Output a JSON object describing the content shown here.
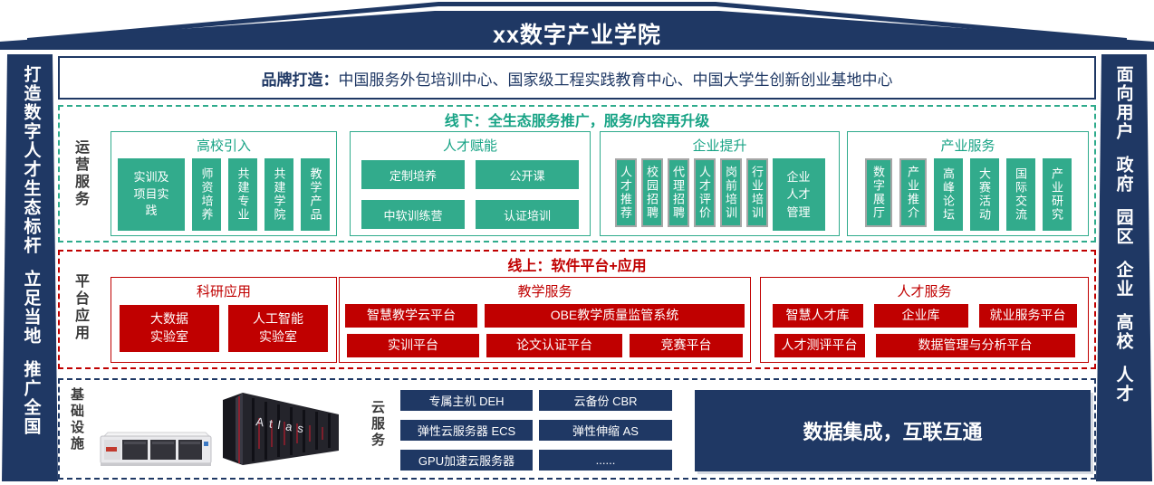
{
  "roof": {
    "title": "xx数字产业学院"
  },
  "left_pillar": {
    "phrases": [
      "打造数字人才生态标杆",
      "立足当地",
      "推广全国"
    ]
  },
  "right_pillar": {
    "phrases": [
      "面向用户",
      "政府",
      "园区",
      "企业",
      "高校",
      "人才"
    ]
  },
  "brand": {
    "label": "品牌打造：",
    "text": "中国服务外包培训中心、国家级工程实践教育中心、中国大学生创新创业基地中心"
  },
  "offline": {
    "header": "线下：全生态服务推广，服务/内容再升级",
    "side_label": "运营服务",
    "groups": [
      {
        "title": "高校引入",
        "boxes": [
          "实训及项目实践",
          "师资培养",
          "共建专业",
          "共建学院",
          "教学产品"
        ]
      },
      {
        "title": "人才赋能",
        "boxes": [
          "定制培养",
          "公开课",
          "中软训练营",
          "认证培训"
        ]
      },
      {
        "title": "企业提升",
        "boxes": [
          "人才推荐",
          "校园招聘",
          "代理招聘",
          "人才评价",
          "岗前培训",
          "行业培训",
          "企业\n人才\n管理"
        ]
      },
      {
        "title": "产业服务",
        "boxes": [
          "数字展厅",
          "产业推介",
          "高峰论坛",
          "大赛活动",
          "国际交流",
          "产业研究"
        ]
      }
    ]
  },
  "online": {
    "header": "线上：软件平台+应用",
    "side_label": "平台应用",
    "groups": [
      {
        "title": "科研应用",
        "boxes": [
          "大数据\n实验室",
          "人工智能\n实验室"
        ]
      },
      {
        "title": "教学服务",
        "row1": [
          "智慧教学云平台",
          "OBE教学质量监管系统"
        ],
        "row2": [
          "实训平台",
          "论文认证平台",
          "竞赛平台"
        ]
      },
      {
        "title": "人才服务",
        "row1": [
          "智慧人才库",
          "企业库",
          "就业服务平台"
        ],
        "row2": [
          "人才测评平台",
          "数据管理与分析平台"
        ]
      }
    ]
  },
  "infra": {
    "side_label": "基础设施",
    "cloud_label": "云服务",
    "cloud_services": [
      "专属主机 DEH",
      "云备份 CBR",
      "弹性云服务器 ECS",
      "弹性伸缩 AS",
      "GPU加速云服务器",
      "......"
    ],
    "banner": "数据集成，互联互通",
    "atlas_text": "Atlas"
  },
  "colors": {
    "navy": "#1f3864",
    "teal": "#2fab8c",
    "red": "#c00000",
    "gray_border": "#a6a6a6"
  }
}
